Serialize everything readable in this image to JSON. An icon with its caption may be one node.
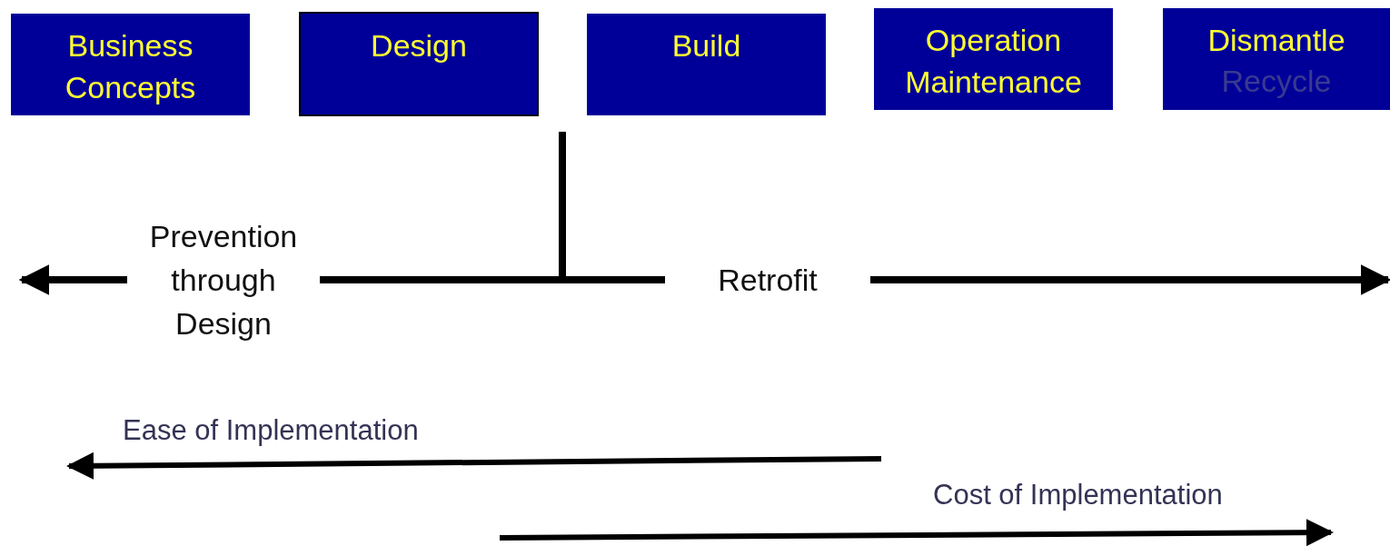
{
  "diagram": {
    "nodes": [
      {
        "text": [
          "Business Concepts"
        ]
      },
      {
        "text": [
          "Design"
        ]
      },
      {
        "text": [
          "Build"
        ]
      },
      {
        "text": [
          "Operation Maintenance"
        ]
      },
      {
        "text": [
          "Dismantle",
          "Recycle"
        ]
      },
      {
        "text": [
          "Prevention through Design"
        ]
      },
      {
        "text": [
          "Retrofit"
        ]
      }
    ],
    "edges": [
      {
        "from": 5,
        "to": null,
        "arrow": "to"
      },
      {
        "from": 5,
        "to": 6,
        "arrow": "none"
      },
      {
        "from": 6,
        "to": null,
        "arrow": "to"
      }
    ],
    "labels": [
      "Ease of Implementation",
      "Cost of Implementation"
    ]
  }
}
